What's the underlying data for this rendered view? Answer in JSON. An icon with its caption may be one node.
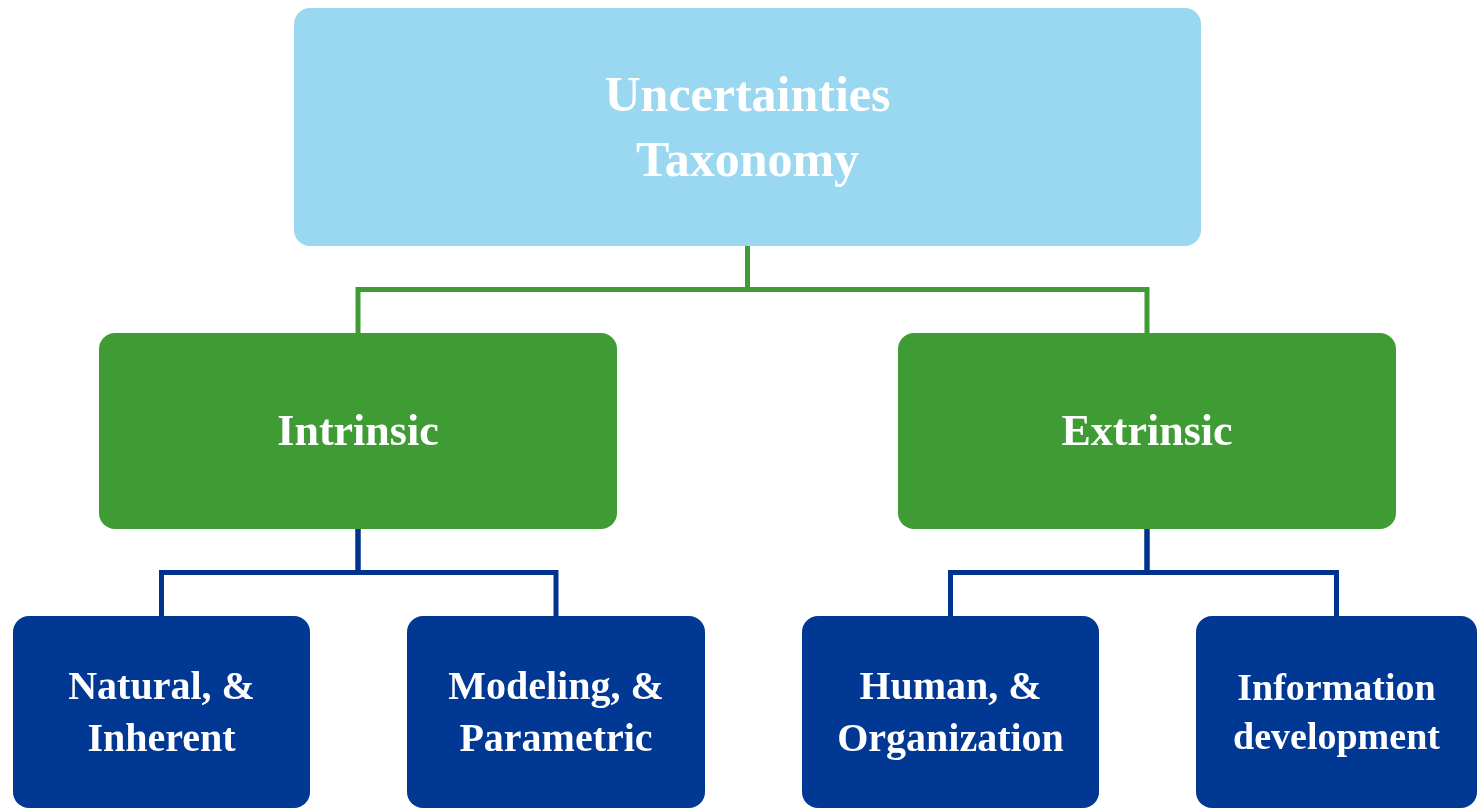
{
  "diagram": {
    "nodes": [
      {
        "text": [
          "Uncertainties Taxonomy"
        ]
      },
      {
        "text": [
          "Intrinsic"
        ]
      },
      {
        "text": [
          "Extrinsic"
        ]
      },
      {
        "text": [
          "Natural, & Inherent"
        ]
      },
      {
        "text": [
          "Modeling, & Parametric"
        ]
      },
      {
        "text": [
          "Human, & Organization"
        ]
      },
      {
        "text": [
          "Information development"
        ]
      }
    ],
    "edges": [
      {
        "from": 0,
        "to": 1,
        "arrow": "none",
        "color": "#3f9c35"
      },
      {
        "from": 0,
        "to": 2,
        "arrow": "none",
        "color": "#3f9c35"
      },
      {
        "from": 1,
        "to": 3,
        "arrow": "none"
      },
      {
        "from": 1,
        "to": 4,
        "arrow": "none"
      },
      {
        "from": 2,
        "to": 5,
        "arrow": "none"
      },
      {
        "from": 2,
        "to": 6,
        "arrow": "none"
      }
    ]
  }
}
